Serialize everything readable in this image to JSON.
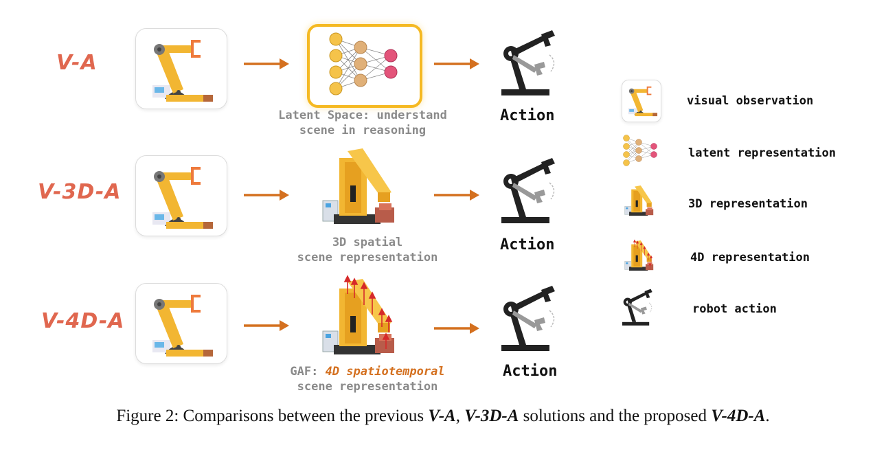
{
  "rows": [
    {
      "label": "V-A",
      "caption_lines": [
        "Latent Space: understand",
        "scene in reasoning"
      ],
      "action": "Action"
    },
    {
      "label": "V-3D-A",
      "caption_lines": [
        "3D spatial",
        "scene representation"
      ],
      "action": "Action"
    },
    {
      "label": "V-4D-A",
      "caption_prefix": "GAF: ",
      "caption_highlight": "4D spatiotemporal",
      "caption_line2": "scene representation",
      "action": "Action"
    }
  ],
  "legend": [
    {
      "label": "visual observation",
      "icon": "visual-observation-icon"
    },
    {
      "label": "latent representation",
      "icon": "neural-network-icon"
    },
    {
      "label": "3D representation",
      "icon": "3d-robot-icon"
    },
    {
      "label": "4D representation",
      "icon": "4d-robot-icon"
    },
    {
      "label": "robot action",
      "icon": "robot-action-icon"
    }
  ],
  "figure_caption": {
    "prefix": "Figure 2: Comparisons between the previous ",
    "t1": "V-A",
    "sep": ", ",
    "t2": "V-3D-A",
    "mid": " solutions and the proposed ",
    "t3": "V-4D-A",
    "end": "."
  },
  "colors": {
    "label": "#e0674f",
    "arrow": "#d4701f",
    "accent": "#f5b922",
    "robot": "#f2b632"
  }
}
